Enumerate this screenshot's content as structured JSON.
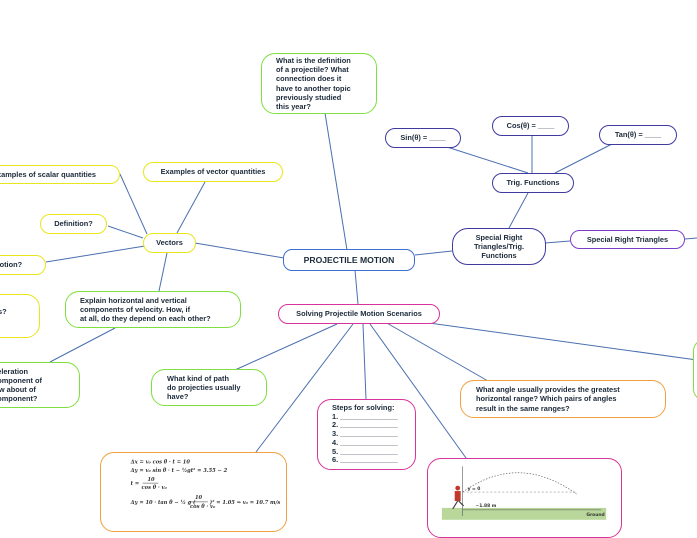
{
  "central": "PROJECTILE MOTION",
  "nodes": {
    "definition_q": "What is the definition\nof a projectile? What\nconnection does it\nhave to another topic\npreviously studied\nthis year?",
    "vectors": "Vectors",
    "scalar_examples": "xamples of scalar quantities",
    "vector_examples": "Examples of vector quantities",
    "definition": "Definition?",
    "motion": " motion?",
    "nds": "nds?\ns",
    "explain_components": "Explain horizontal and vertical\ncomponents of velocity. How, if\nat all, do they depend on each other?",
    "acceleration": "cceleration\nl component of\nHow about of\nl component?",
    "solving": "Solving Projectile Motion Scenarios",
    "path_q": "What kind of path\ndo projecties usually\nhave?",
    "steps": "Steps for solving:\n1. ______________\n2. ______________\n3. ______________\n4. ______________\n5. ______________\n6. ______________",
    "angle_q": "What angle usually provides the greatest\nhorizontal range? Which pairs of angles\nresult in the same ranges?",
    "special_triangles": "Special Right\nTriangles/Trig.\nFunctions",
    "special_right": "Special Right Triangles",
    "trig_functions": "Trig. Functions",
    "sin": "Sin(θ) = ____",
    "cos": "Cos(θ) = ____",
    "tan": "Tan(θ) = ____"
  },
  "diagram_labels": {
    "vy": "y = 0",
    "dist": "~1.88 m",
    "ground": "Ground"
  },
  "colors": {
    "yellow": "#e8e61a",
    "green": "#7ee040",
    "blue": "#3d6fd1",
    "navy": "#3f3aa0",
    "purple": "#7b3cc8",
    "pink": "#d8339a",
    "orange": "#f0a040",
    "line": "#4a6fb0"
  }
}
